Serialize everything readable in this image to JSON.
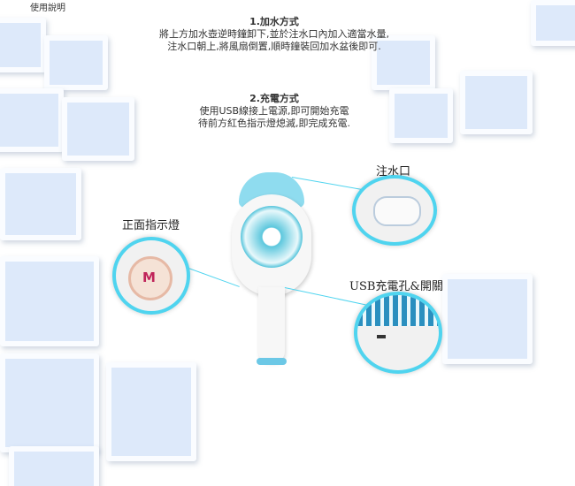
{
  "header": {
    "title": "使用說明"
  },
  "section1": {
    "heading": "1.加水方式",
    "line1": "將上方加水壺逆時鐘卸下,並於注水口內加入適當水量,",
    "line2": "注水口朝上,將風扇倒置,順時鐘裝回加水盆後即可."
  },
  "section2": {
    "heading": "2.充電方式",
    "line1": "使用USB線接上電源,即可開始充電",
    "line2": "待前方紅色指示燈熄滅,即完成充電."
  },
  "callouts": {
    "water_inlet": "注水口",
    "indicator": "正面指示燈",
    "usb": "USB充電孔&開關",
    "button_letter": "M"
  },
  "colors": {
    "accent": "#4fd4ef",
    "button": "#c0245a"
  }
}
